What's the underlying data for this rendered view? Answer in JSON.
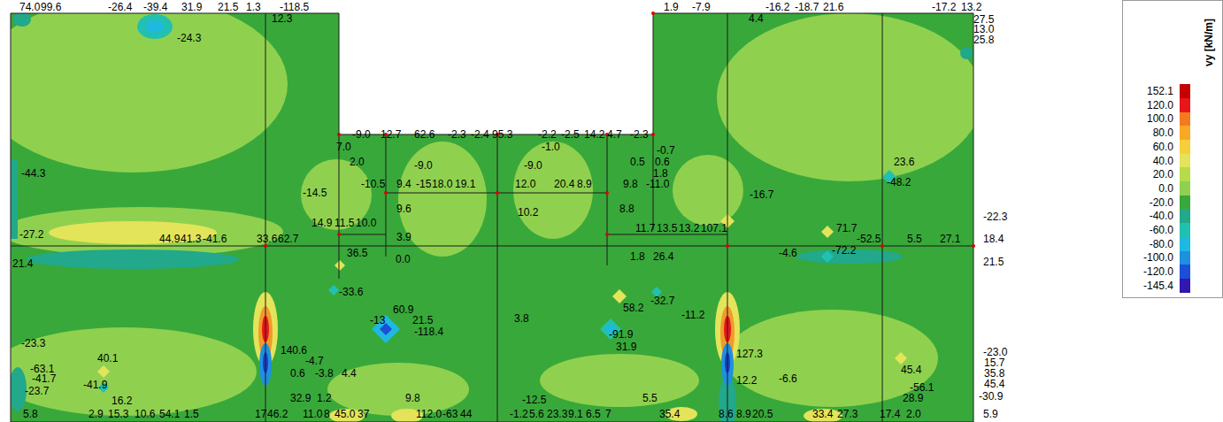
{
  "diagram": {
    "labels": [
      "74.0",
      "99.6",
      "-26.4",
      "-39.4",
      "31.9",
      "21.5",
      "1.3",
      "-118.5",
      "12.3",
      "-24.3",
      "1.9",
      "-7.9",
      "-16.2",
      "-18.7",
      "21.6",
      "-17.2",
      "13.2",
      "4.4",
      "27.5",
      "13.0",
      "25.8",
      "-9.0",
      "12.7",
      "62.6",
      "-2.3",
      "-2.4",
      "95.3",
      "-2.2",
      "-2.5",
      "14.2",
      "4.7",
      "-2.3",
      "-1.0",
      "7.0",
      "-0.7",
      "0.5",
      "0.6",
      "2.0",
      "-9.0",
      "-9.0",
      "1.8",
      "23.6",
      "-48.2",
      "-10.5",
      "9.4",
      "-15",
      "18.0",
      "19.1",
      "12.0",
      "20.4",
      "8.9",
      "9.8",
      "-11.0",
      "-14.5",
      "-16.7",
      "-44.3",
      "9.6",
      "10.2",
      "8.8",
      "-22.3",
      "-27.2",
      "44.9",
      "41.3",
      "-41.6",
      "33.6",
      "62.7",
      "14.9",
      "11.5",
      "10.0",
      "3.9",
      "11.7",
      "13.5",
      "13.2",
      "107.1",
      "71.7",
      "-52.5",
      "5.5",
      "27.1",
      "18.4",
      "21.4",
      "21.5",
      "36.5",
      "0.0",
      "1.8",
      "26.4",
      "-4.6",
      "-72.2",
      "-33.6",
      "60.9",
      "-13",
      "21.5",
      "-118.4",
      "3.8",
      "58.2",
      "-32.7",
      "-11.2",
      "-91.9",
      "31.9",
      "140.6",
      "127.3",
      "-23.3",
      "-23.0",
      "40.1",
      "-63.1",
      "-41.7",
      "-41.9",
      "-4.7",
      "0.6",
      "-3.8",
      "4.4",
      "12.2",
      "-6.6",
      "45.4",
      "-56.1",
      "15.7",
      "35.8",
      "45.4",
      "-30.9",
      "-23.7",
      "-12.5",
      "28.9",
      "32.9",
      "1.2",
      "9.8",
      "5.5",
      "16.2",
      "5.8",
      "2.9",
      "15.3",
      "10.6",
      "54.1",
      "1.5",
      "17",
      "46.2",
      "11.0",
      "8",
      "45.0",
      "37",
      "112.0",
      "-63",
      "44",
      "-1.2",
      "5.6",
      "23.3",
      "9.1",
      "6.5",
      "7",
      "35.4",
      "8.6",
      "8.9",
      "20.5",
      "33.4",
      "27.3",
      "17.4",
      "2.0",
      "5.9",
      "vy [kN/m]"
    ],
    "legend": [
      {
        "text": "152.1",
        "color": "#c40000"
      },
      {
        "text": "120.0",
        "color": "#e8161b"
      },
      {
        "text": "100.0",
        "color": "#f47a20"
      },
      {
        "text": "80.0",
        "color": "#f9a825"
      },
      {
        "text": "60.0",
        "color": "#f6d03a"
      },
      {
        "text": "40.0",
        "color": "#e3e45a"
      },
      {
        "text": "20.0",
        "color": "#b5dc4a"
      },
      {
        "text": "0.0",
        "color": "#8fd14f"
      },
      {
        "text": "-20.0",
        "color": "#39a83a"
      },
      {
        "text": "-40.0",
        "color": "#22a88a"
      },
      {
        "text": "-60.0",
        "color": "#22c0b0"
      },
      {
        "text": "-80.0",
        "color": "#1fb8e0"
      },
      {
        "text": "-100.0",
        "color": "#1e90e0"
      },
      {
        "text": "-120.0",
        "color": "#1b4fd8"
      },
      {
        "text": "-145.4",
        "color": "#3018b0"
      }
    ]
  }
}
